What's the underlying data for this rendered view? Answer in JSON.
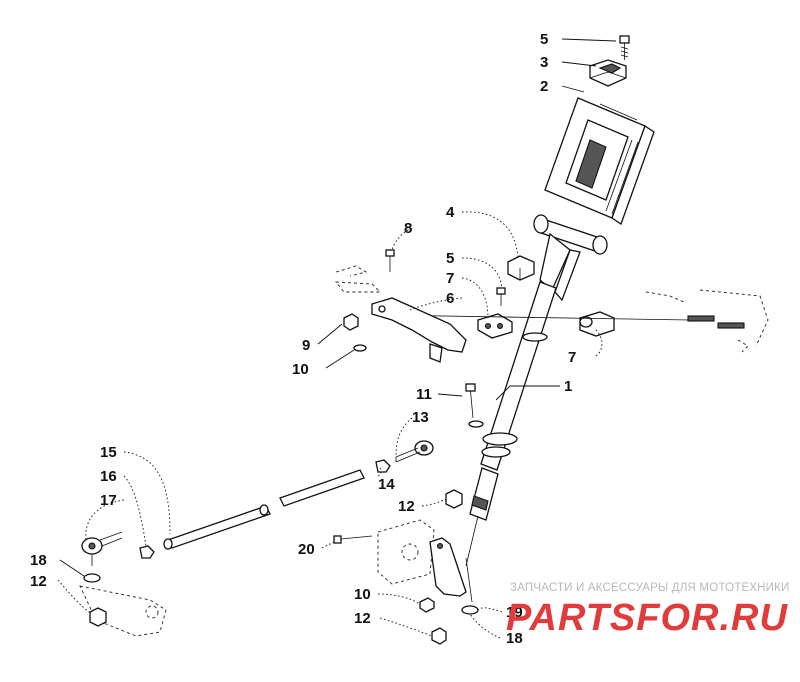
{
  "diagram": {
    "callouts": {
      "c1": "1",
      "c2": "2",
      "c3": "3",
      "c4": "4",
      "c5a": "5",
      "c5b": "5",
      "c6": "6",
      "c7a": "7",
      "c7b": "7",
      "c8": "8",
      "c9": "9",
      "c10a": "10",
      "c10b": "10",
      "c11": "11",
      "c12a": "12",
      "c12b": "12",
      "c12c": "12",
      "c13": "13",
      "c14": "14",
      "c15": "15",
      "c16": "16",
      "c17": "17",
      "c18a": "18",
      "c18b": "18",
      "c19": "19",
      "c20": "20"
    }
  },
  "watermark": {
    "tagline": "ЗАПЧАСТИ И АКСЕССУАРЫ ДЛЯ МОТОТЕХНИКИ",
    "logo": "PARTSFOR.RU"
  }
}
